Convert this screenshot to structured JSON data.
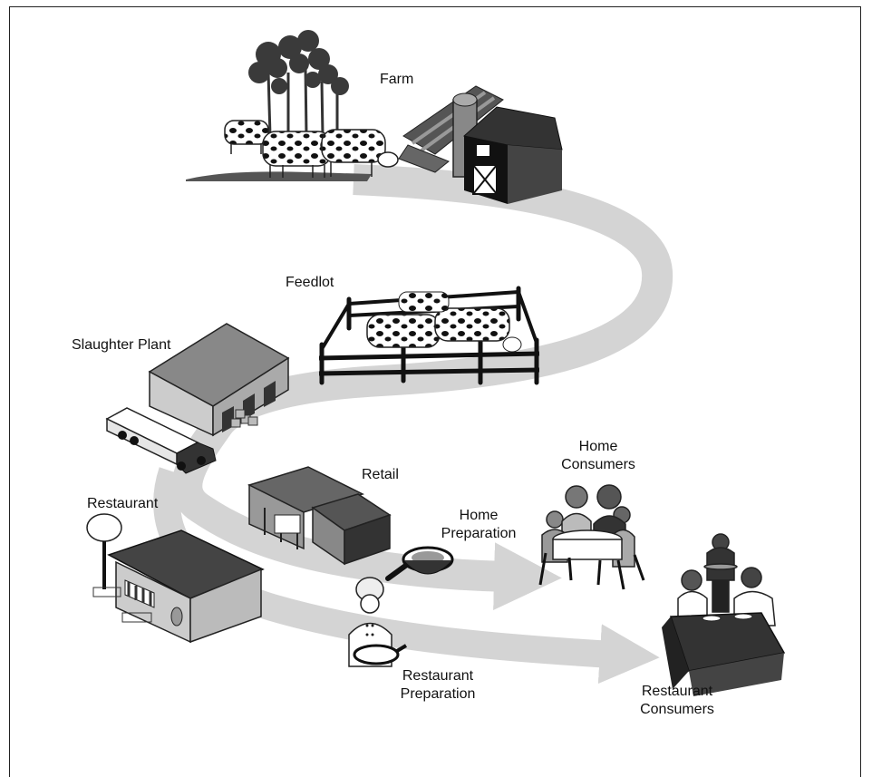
{
  "stages": {
    "farm": "Farm",
    "feedlot": "Feedlot",
    "slaughter_plant": "Slaughter Plant",
    "retail": "Retail",
    "restaurant": "Restaurant",
    "home_consumers_1": "Home",
    "home_consumers_2": "Consumers",
    "home_prep_1": "Home",
    "home_prep_2": "Preparation",
    "rest_prep_1": "Restaurant",
    "rest_prep_2": "Preparation",
    "rest_consumers_1": "Restaurant",
    "rest_consumers_2": "Consumers"
  },
  "icons": [
    "trees-icon",
    "cow-icon",
    "barn-icon",
    "silo-icon",
    "fence-icon",
    "warehouse-icon",
    "truck-icon",
    "store-icon",
    "restaurant-building-icon",
    "sign-icon",
    "frying-pan-icon",
    "chef-icon",
    "family-table-icon",
    "diners-table-icon",
    "waiter-icon"
  ]
}
